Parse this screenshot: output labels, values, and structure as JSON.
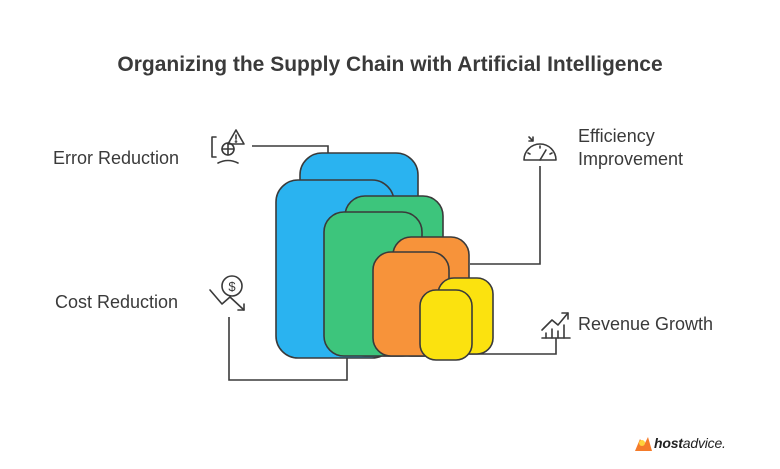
{
  "title": "Organizing the Supply Chain with Artificial Intelligence",
  "labels": {
    "error_reduction": "Error Reduction",
    "cost_reduction": "Cost Reduction",
    "efficiency_line1": "Efficiency",
    "efficiency_line2": "Improvement",
    "revenue_growth": "Revenue Growth"
  },
  "colors": {
    "blue": "#2ab3f0",
    "green": "#3dc57c",
    "orange": "#f7933a",
    "yellow": "#fbe20f",
    "outline": "#3a3a3a"
  },
  "brand": {
    "name_bold": "host",
    "name_rest": "advice."
  }
}
